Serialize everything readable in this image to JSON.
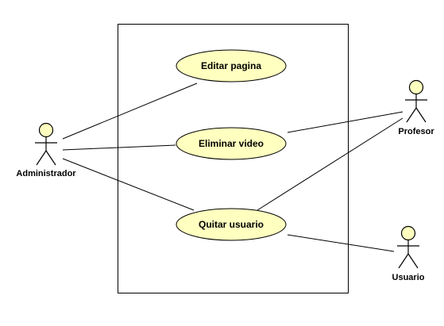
{
  "diagram": {
    "type": "use-case",
    "colors": {
      "background": "#ffffff",
      "stroke": "#000000",
      "use_case_fill": "#ffffc0",
      "actor_head_fill": "#ffffc0"
    },
    "actors": [
      {
        "id": "administrador",
        "label": "Administrador"
      },
      {
        "id": "profesor",
        "label": "Profesor"
      },
      {
        "id": "usuario",
        "label": "Usuario"
      }
    ],
    "use_cases": [
      {
        "id": "editar",
        "label": "Editar pagina"
      },
      {
        "id": "eliminar",
        "label": "Eliminar video"
      },
      {
        "id": "quitar",
        "label": "Quitar usuario"
      }
    ],
    "associations": [
      {
        "from": "administrador",
        "to": "editar"
      },
      {
        "from": "administrador",
        "to": "eliminar"
      },
      {
        "from": "administrador",
        "to": "quitar"
      },
      {
        "from": "profesor",
        "to": "eliminar"
      },
      {
        "from": "profesor",
        "to": "quitar"
      },
      {
        "from": "usuario",
        "to": "quitar"
      }
    ]
  }
}
